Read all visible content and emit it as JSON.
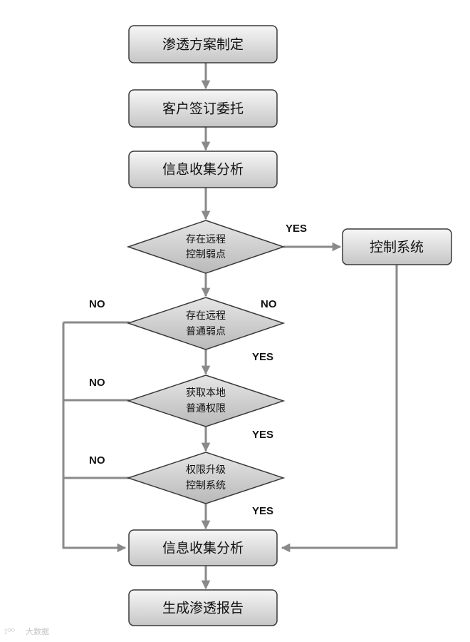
{
  "nodes": {
    "plan": "渗透方案制定",
    "sign": "客户签订委托",
    "collect1": "信息收集分析",
    "remote_ctrl_vuln": [
      "存在远程",
      "控制弱点"
    ],
    "control_system": "控制系统",
    "remote_normal_vuln": [
      "存在远程",
      "普通弱点"
    ],
    "local_normal_priv": [
      "获取本地",
      "普通权限"
    ],
    "priv_escalation": [
      "权限升级",
      "控制系统"
    ],
    "collect2": "信息收集分析",
    "report": "生成渗透报告"
  },
  "labels": {
    "yes": "YES",
    "no": "NO"
  },
  "watermark": "大数据",
  "colors": {
    "box_top": "#f4f4f4",
    "box_bottom": "#c9c9c9",
    "edge": "#8a8a8a",
    "border": "#3a3a3a"
  }
}
